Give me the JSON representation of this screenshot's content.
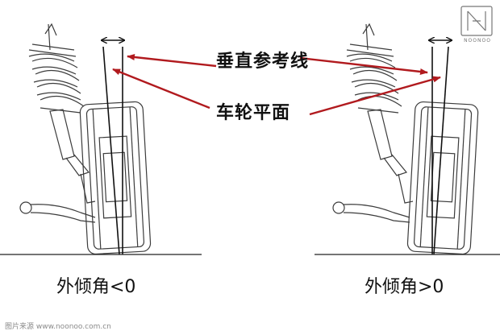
{
  "labels": {
    "vertical_reference_line": "垂直参考线",
    "wheel_plane": "车轮平面",
    "negative_camber": "外倾角<0",
    "positive_camber": "外倾角>0"
  },
  "watermark": {
    "logo_text": "NOONOO",
    "footer": "图片来源 www.noonoo.com.cn"
  },
  "colors": {
    "arrow": "#b11a1e",
    "line": "#1a1a1a",
    "drawing": "#3c3c3c"
  },
  "icons": [
    "double-arrow-icon",
    "coil-spring",
    "shock-absorber",
    "wheel",
    "control-arm"
  ]
}
